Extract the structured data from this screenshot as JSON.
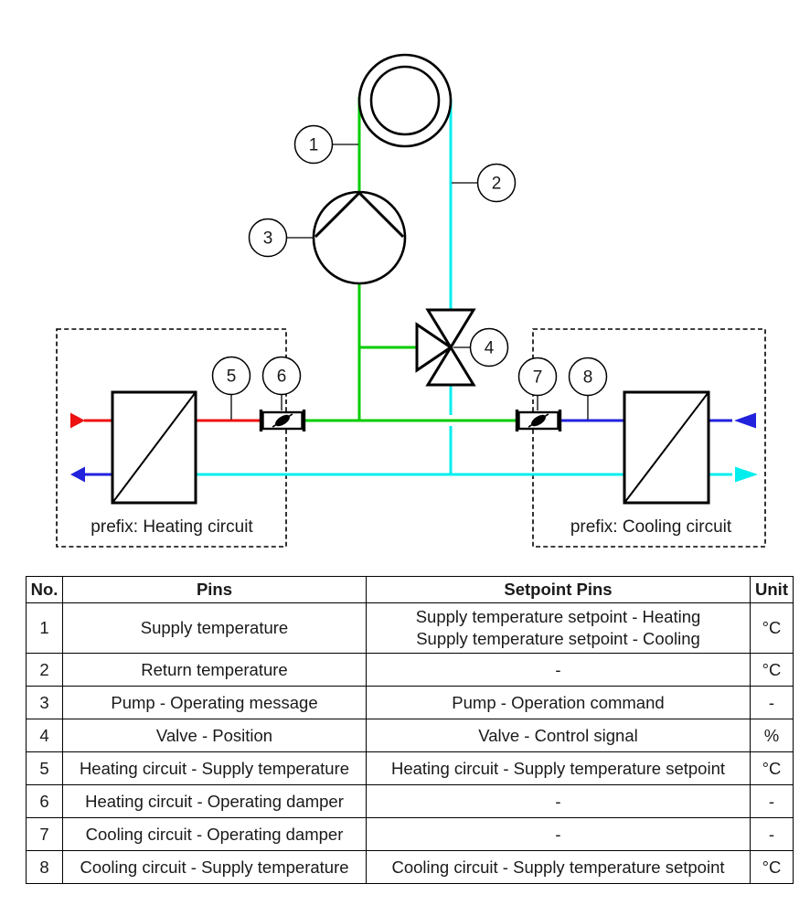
{
  "colors": {
    "green": "#00cc00",
    "cyan": "#00eeee",
    "red": "#ee1111",
    "blue": "#2222dd",
    "black": "#000000"
  },
  "diagram": {
    "heating_label": "prefix: Heating circuit",
    "cooling_label": "prefix: Cooling circuit",
    "callouts": [
      {
        "n": "1"
      },
      {
        "n": "2"
      },
      {
        "n": "3"
      },
      {
        "n": "4"
      },
      {
        "n": "5"
      },
      {
        "n": "6"
      },
      {
        "n": "7"
      },
      {
        "n": "8"
      }
    ]
  },
  "table": {
    "headers": {
      "no": "No.",
      "pins": "Pins",
      "setpoint": "Setpoint Pins",
      "unit": "Unit"
    },
    "rows": [
      {
        "no": "1",
        "pins": "Supply temperature",
        "setpoint": "Supply temperature setpoint - Heating\nSupply temperature setpoint - Cooling",
        "unit": "°C"
      },
      {
        "no": "2",
        "pins": "Return temperature",
        "setpoint": "-",
        "unit": "°C"
      },
      {
        "no": "3",
        "pins": "Pump - Operating message",
        "setpoint": "Pump - Operation command",
        "unit": "-"
      },
      {
        "no": "4",
        "pins": "Valve - Position",
        "setpoint": "Valve - Control signal",
        "unit": "%"
      },
      {
        "no": "5",
        "pins": "Heating circuit - Supply temperature",
        "setpoint": "Heating circuit - Supply temperature setpoint",
        "unit": "°C"
      },
      {
        "no": "6",
        "pins": "Heating circuit - Operating damper",
        "setpoint": "-",
        "unit": "-"
      },
      {
        "no": "7",
        "pins": "Cooling circuit - Operating damper",
        "setpoint": "-",
        "unit": "-"
      },
      {
        "no": "8",
        "pins": "Cooling circuit - Supply temperature",
        "setpoint": "Cooling circuit - Supply temperature setpoint",
        "unit": "°C"
      }
    ]
  }
}
